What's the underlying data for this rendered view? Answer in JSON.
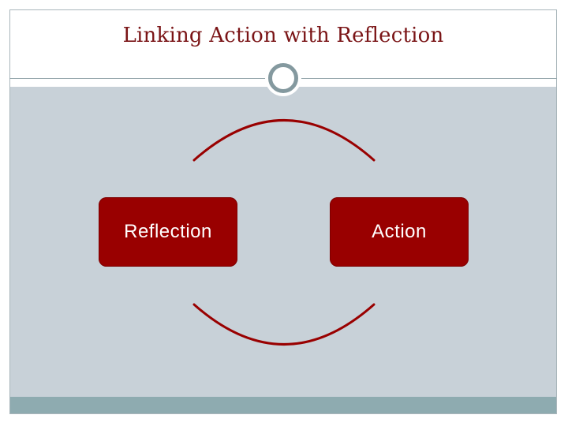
{
  "slide": {
    "title": "Linking Action with Reflection"
  },
  "diagram": {
    "type": "cycle",
    "nodes": [
      {
        "label": "Reflection"
      },
      {
        "label": "Action"
      }
    ],
    "connectors": [
      {
        "from": "Reflection",
        "to": "Action",
        "style": "arc-top"
      },
      {
        "from": "Action",
        "to": "Reflection",
        "style": "arc-bottom"
      }
    ]
  },
  "colors": {
    "title": "#7a1416",
    "node_fill": "#990000",
    "node_text": "#ffffff",
    "arc_stroke": "#990000",
    "content_background": "#c8d1d8",
    "footer_band": "#8eabb0",
    "medallion_ring": "#84999f"
  }
}
